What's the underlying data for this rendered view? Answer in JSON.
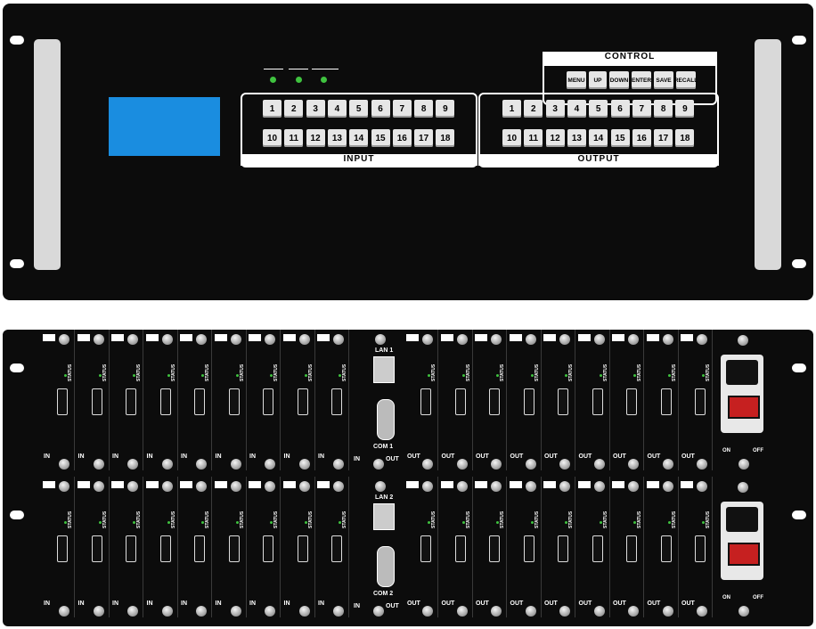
{
  "control": {
    "title": "CONTROL",
    "buttons": [
      "MENU",
      "UP",
      "DOWN",
      "ENTER",
      "SAVE",
      "RECALL"
    ]
  },
  "input": {
    "label": "INPUT",
    "row1": [
      "1",
      "2",
      "3",
      "4",
      "5",
      "6",
      "7",
      "8",
      "9"
    ],
    "row2": [
      "10",
      "11",
      "12",
      "13",
      "14",
      "15",
      "16",
      "17",
      "18"
    ]
  },
  "output": {
    "label": "OUTPUT",
    "row1": [
      "1",
      "2",
      "3",
      "4",
      "5",
      "6",
      "7",
      "8",
      "9"
    ],
    "row2": [
      "10",
      "11",
      "12",
      "13",
      "14",
      "15",
      "16",
      "17",
      "18"
    ]
  },
  "rear": {
    "status_label": "STATUS",
    "in_label": "IN",
    "out_label": "OUT",
    "units": [
      {
        "lan": "LAN 1",
        "com": "COM 1"
      },
      {
        "lan": "LAN 2",
        "com": "COM 2"
      }
    ],
    "power_on": "ON",
    "power_off": "OFF",
    "port_in": "IN",
    "port_out": "OUT"
  },
  "colors": {
    "lcd": "#1a8de0",
    "led": "#3fc23f",
    "switch": "#c62020"
  }
}
